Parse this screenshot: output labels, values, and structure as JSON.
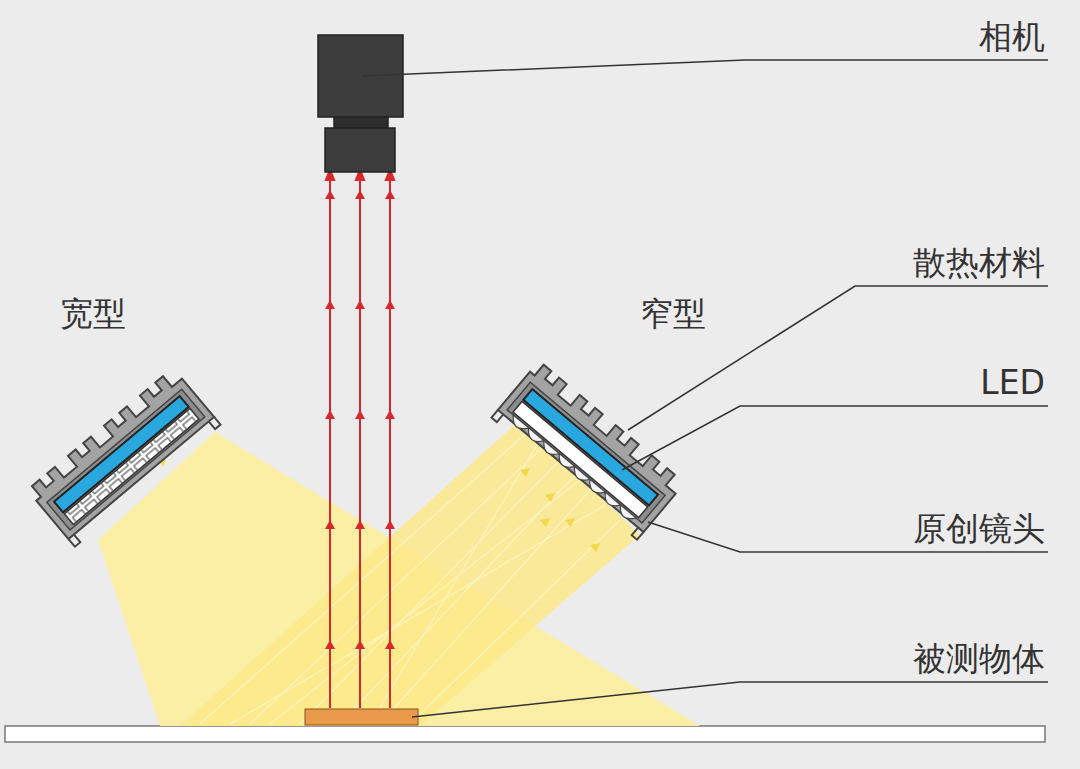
{
  "diagram": {
    "labels": [
      "相机",
      "宽型",
      "窄型",
      "散热材料",
      "LED",
      "原创镜头",
      "被测物体"
    ]
  }
}
